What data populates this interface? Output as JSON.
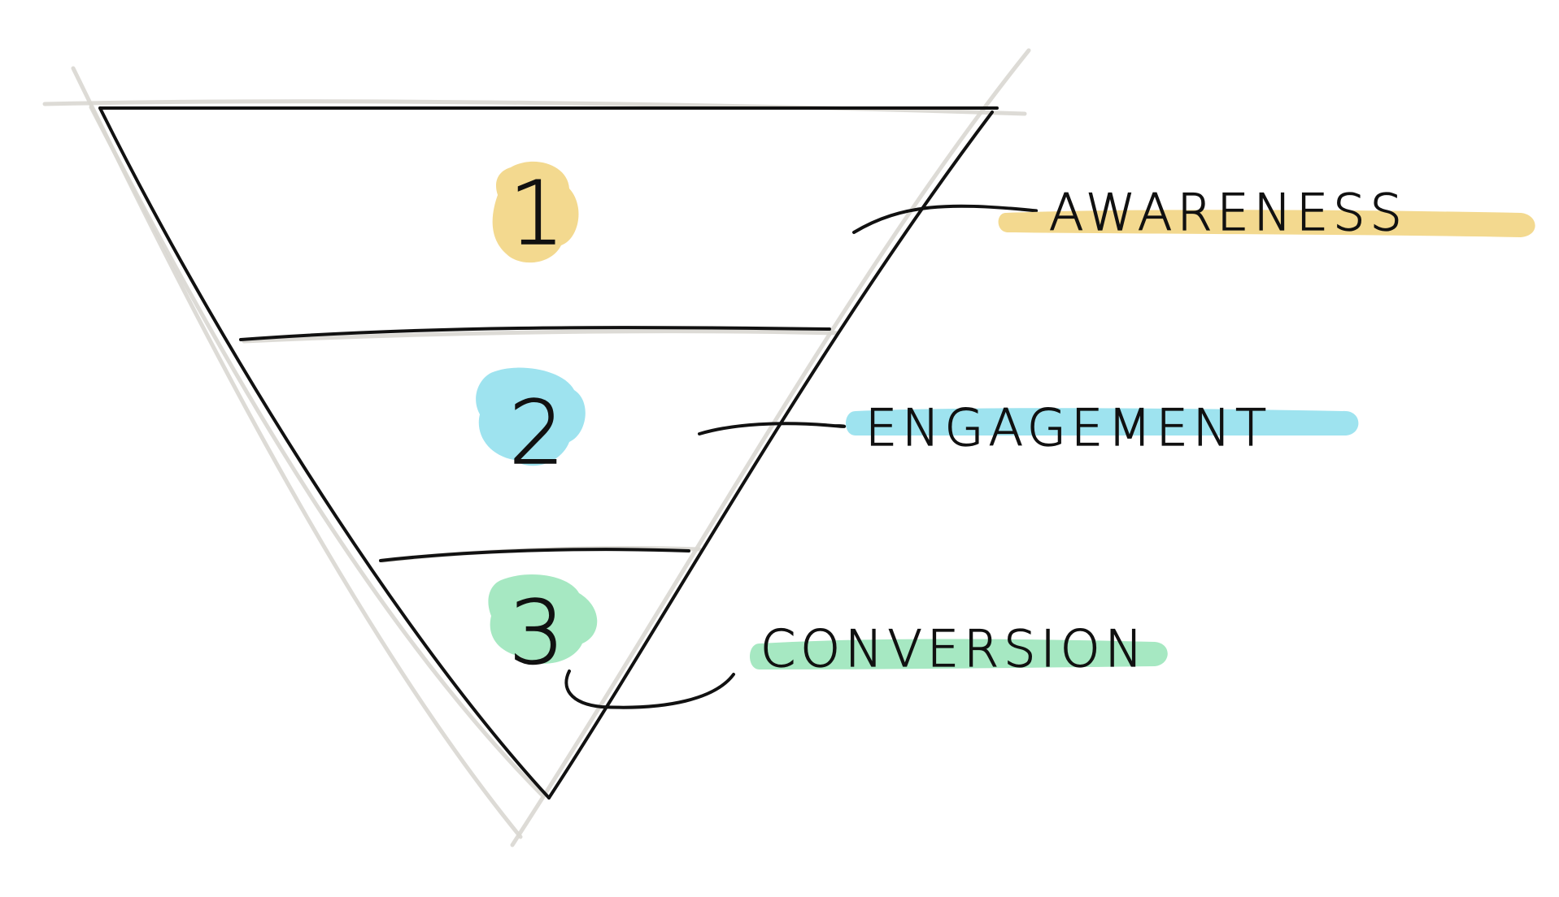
{
  "stages": [
    {
      "number": "1",
      "label": "AWARENESS",
      "color": "#f3d98f"
    },
    {
      "number": "2",
      "label": "ENGAGEMENT",
      "color": "#9ee3ef"
    },
    {
      "number": "3",
      "label": "CONVERSION",
      "color": "#a6e8c2"
    }
  ]
}
